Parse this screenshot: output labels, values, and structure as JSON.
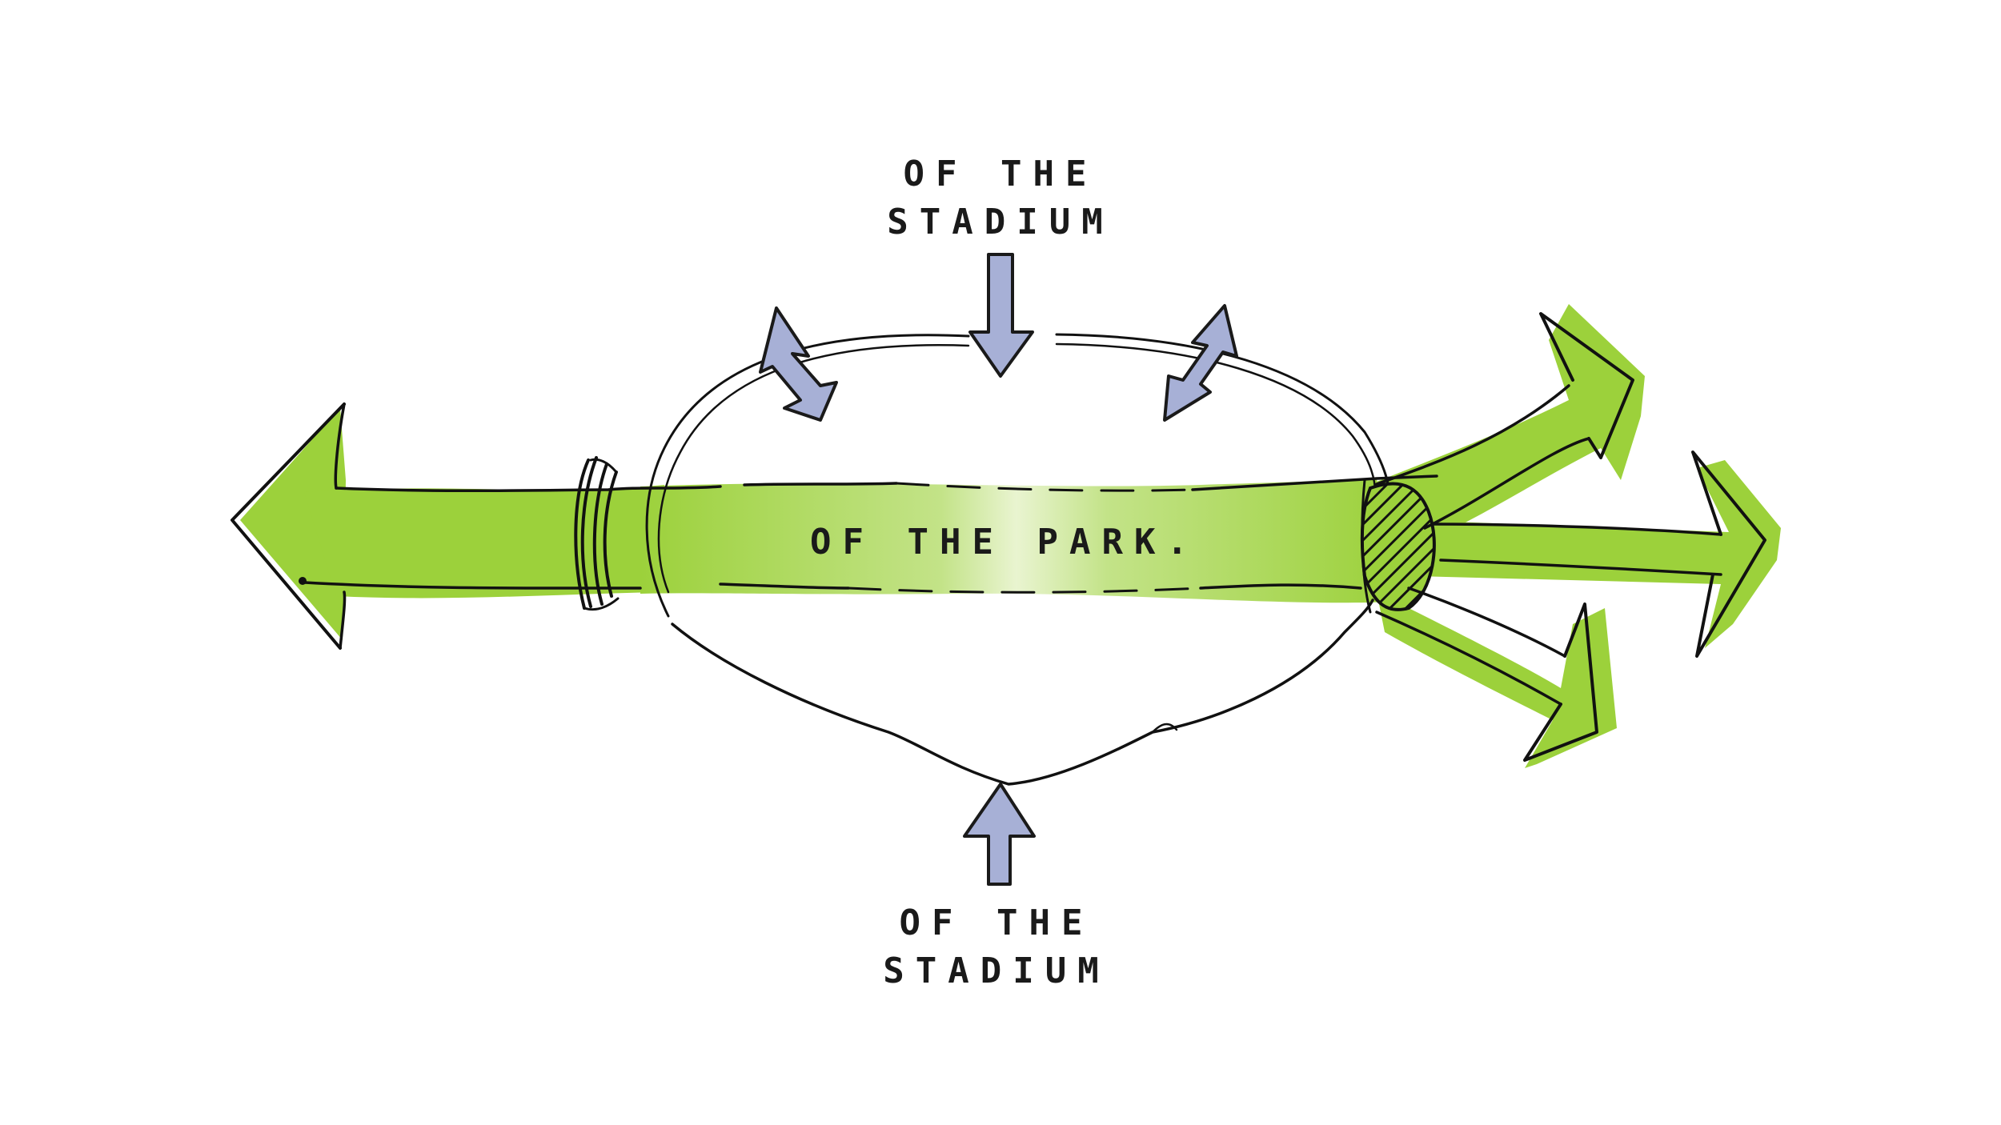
{
  "labels": {
    "top_line1": "OF THE",
    "top_line2": "STADIUM",
    "bottom_line1": "OF THE",
    "bottom_line2": "STADIUM",
    "park": "OF THE PARK."
  },
  "colors": {
    "green": "#9cd13b",
    "green_light": "#e6f2c8",
    "blue": "#a7b0d6",
    "ink": "#111111",
    "background": "#ffffff"
  }
}
